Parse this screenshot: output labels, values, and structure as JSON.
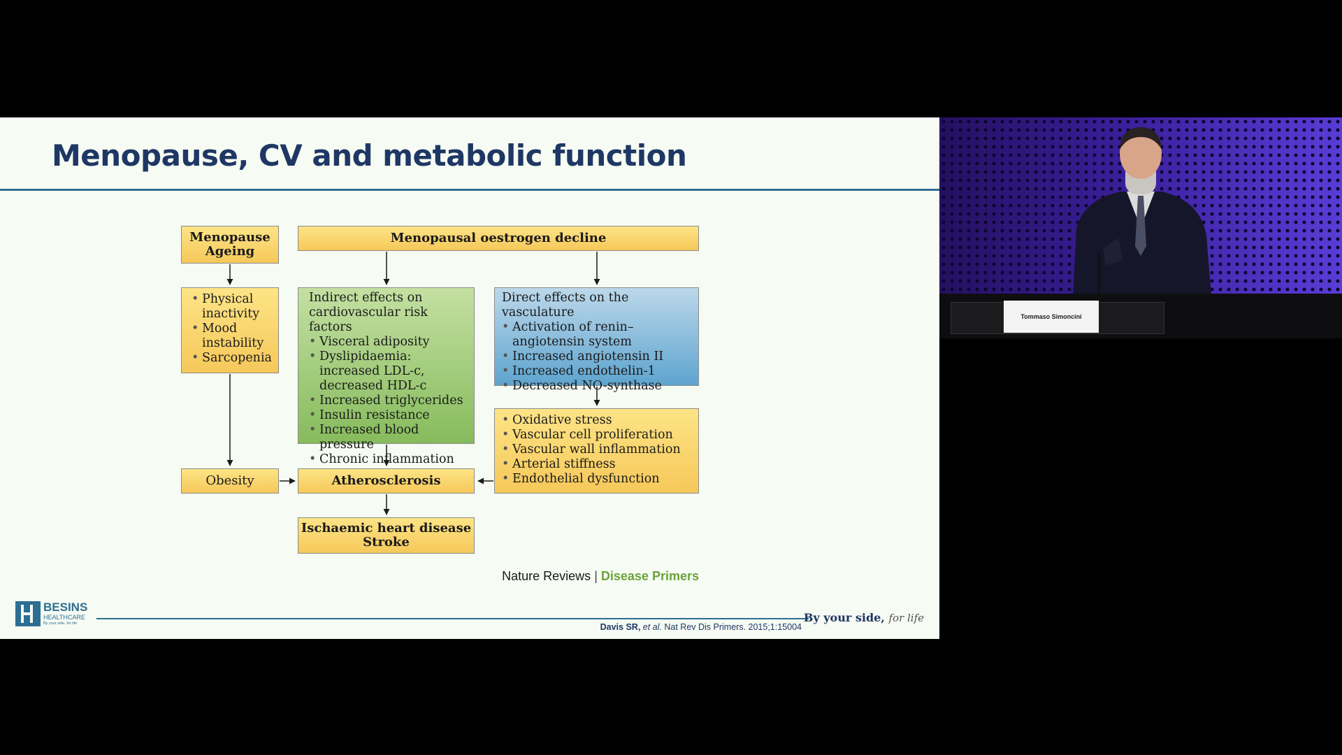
{
  "slide": {
    "title": "Menopause, CV and metabolic function",
    "diagram": {
      "menopause_ageing": [
        "Menopause",
        "Ageing"
      ],
      "oestrogen_decline": "Menopausal oestrogen decline",
      "lifestyle": {
        "items": [
          "Physical inactivity",
          "Mood instability",
          "Sarcopenia"
        ]
      },
      "indirect": {
        "heading": [
          "Indirect effects on",
          "cardiovascular risk factors"
        ],
        "items": [
          "Visceral adiposity",
          "Dyslipidaemia: increased LDL-c, decreased HDL-c",
          "Increased triglycerides",
          "Insulin resistance",
          "Increased blood pressure",
          "Chronic inflammation"
        ]
      },
      "direct": {
        "heading": "Direct effects on the vasculature",
        "items": [
          "Activation of renin–angiotensin system",
          "Increased angiotensin II",
          "Increased endothelin-1",
          "Decreased NO-synthase"
        ]
      },
      "vascular": {
        "items": [
          "Oxidative stress",
          "Vascular cell proliferation",
          "Vascular wall inflammation",
          "Arterial stiffness",
          "Endothelial dysfunction"
        ]
      },
      "obesity": "Obesity",
      "atherosclerosis": "Atherosclerosis",
      "outcomes": [
        "Ischaemic heart disease",
        "Stroke"
      ]
    },
    "credit": {
      "journal": "Nature Reviews",
      "separator": "|",
      "series": "Disease Primers"
    },
    "footer": {
      "citation_authors": "Davis SR,",
      "citation_etal": "et al.",
      "citation_rest": "Nat Rev Dis Primers. 2015;1:15004",
      "tagline_main": "By your side,",
      "tagline_script": "for life",
      "logo_name": "BESINS",
      "logo_sub": "HEALTHCARE",
      "logo_tag": "By your side, for life"
    }
  },
  "video": {
    "nameplate": "Tommaso Simoncini"
  }
}
